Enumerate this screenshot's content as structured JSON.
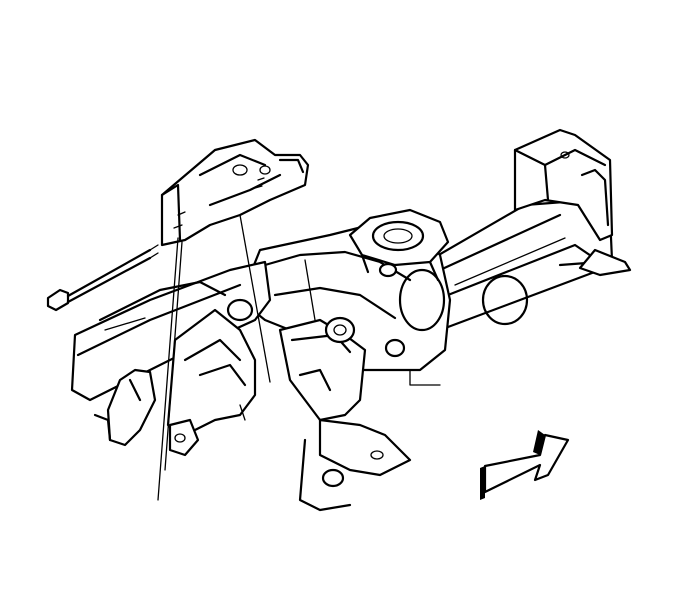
{
  "figure": {
    "background_color": "#ffffff",
    "line_color": "#000000",
    "arrow_icon": "forward-direction-arrow-icon",
    "components": [
      "frame-crossmember",
      "mounting-bracket",
      "bolt",
      "frame-rail-left",
      "frame-rail-right",
      "rear-mount-bracket",
      "engine-mount-bracket"
    ]
  }
}
